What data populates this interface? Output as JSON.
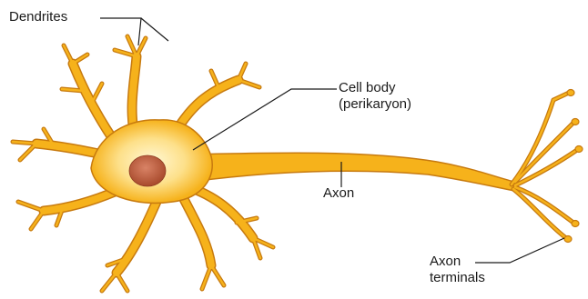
{
  "labels": {
    "dendrites": "Dendrites",
    "cell_body_line1": "Cell body",
    "cell_body_line2": "(perikaryon)",
    "axon": "Axon",
    "axon_terminals_line1": "Axon",
    "axon_terminals_line2": "terminals"
  },
  "colors": {
    "neuron_fill": "#f6b21b",
    "neuron_outline": "#c77a0f",
    "soma_glow": "#fff4c4",
    "nucleus": "#c0603f",
    "leader_line": "#1a1a1a"
  }
}
